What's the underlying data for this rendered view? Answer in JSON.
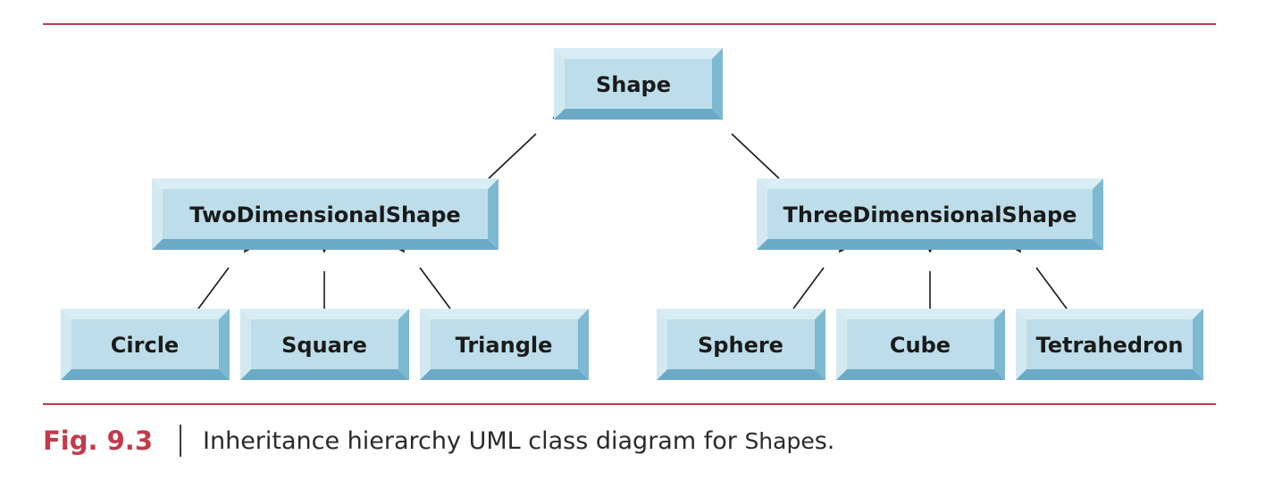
{
  "diagram": {
    "classes": {
      "shape": "Shape",
      "two_dimensional_shape": "TwoDimensionalShape",
      "three_dimensional_shape": "ThreeDimensionalShape",
      "circle": "Circle",
      "square": "Square",
      "triangle": "Triangle",
      "sphere": "Sphere",
      "cube": "Cube",
      "tetrahedron": "Tetrahedron"
    },
    "inheritance": [
      {
        "child": "TwoDimensionalShape",
        "parent": "Shape"
      },
      {
        "child": "ThreeDimensionalShape",
        "parent": "Shape"
      },
      {
        "child": "Circle",
        "parent": "TwoDimensionalShape"
      },
      {
        "child": "Square",
        "parent": "TwoDimensionalShape"
      },
      {
        "child": "Triangle",
        "parent": "TwoDimensionalShape"
      },
      {
        "child": "Sphere",
        "parent": "ThreeDimensionalShape"
      },
      {
        "child": "Cube",
        "parent": "ThreeDimensionalShape"
      },
      {
        "child": "Tetrahedron",
        "parent": "ThreeDimensionalShape"
      }
    ]
  },
  "caption": {
    "figure_label": "Fig. 9.3",
    "text_before": "Inheritance hierarchy UML class diagram for ",
    "code_term": "Shape",
    "text_after": "s."
  },
  "colors": {
    "accent_red": "#c23b4a",
    "box_face": "#bcdde9",
    "box_top": "#d9edf4",
    "box_side": "#7db9d1",
    "box_bottom": "#6aaac7"
  }
}
